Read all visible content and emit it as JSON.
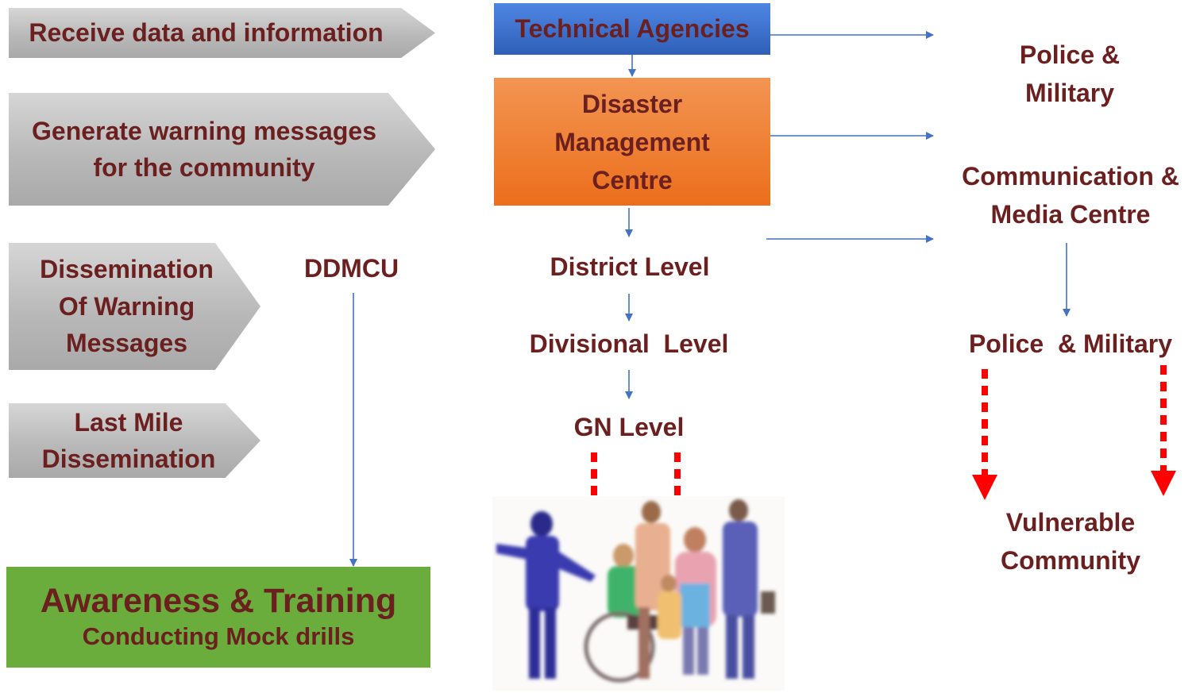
{
  "stages": [
    {
      "label": "Receive data and information"
    },
    {
      "label": "Generate warning messages for the community"
    },
    {
      "label": "Dissemination Of Warning Messages"
    },
    {
      "label": "Last Mile Dissemination"
    }
  ],
  "center": {
    "technical_agencies": "Technical Agencies",
    "dmc": "Disaster Management Centre",
    "district": "District Level",
    "divisional": "Divisional  Level",
    "gn": "GN Level"
  },
  "ddmcu": "DDMCU",
  "awareness": {
    "title": "Awareness & Training",
    "subtitle": "Conducting Mock drills"
  },
  "right": {
    "police_military_top": "Police & Military",
    "media": "Communication & Media Centre",
    "police_military": "Police  & Military",
    "vulnerable": "Vulnerable Community"
  },
  "colors": {
    "text": "#6b1f1f",
    "technical_agencies_fill": "#3a6fd0",
    "dmc_fill": "#ef7a2a",
    "awareness_fill": "#6aad3d",
    "arrow_blue": "#4472c4",
    "arrow_red": "#ff0000"
  },
  "image": "people-group"
}
